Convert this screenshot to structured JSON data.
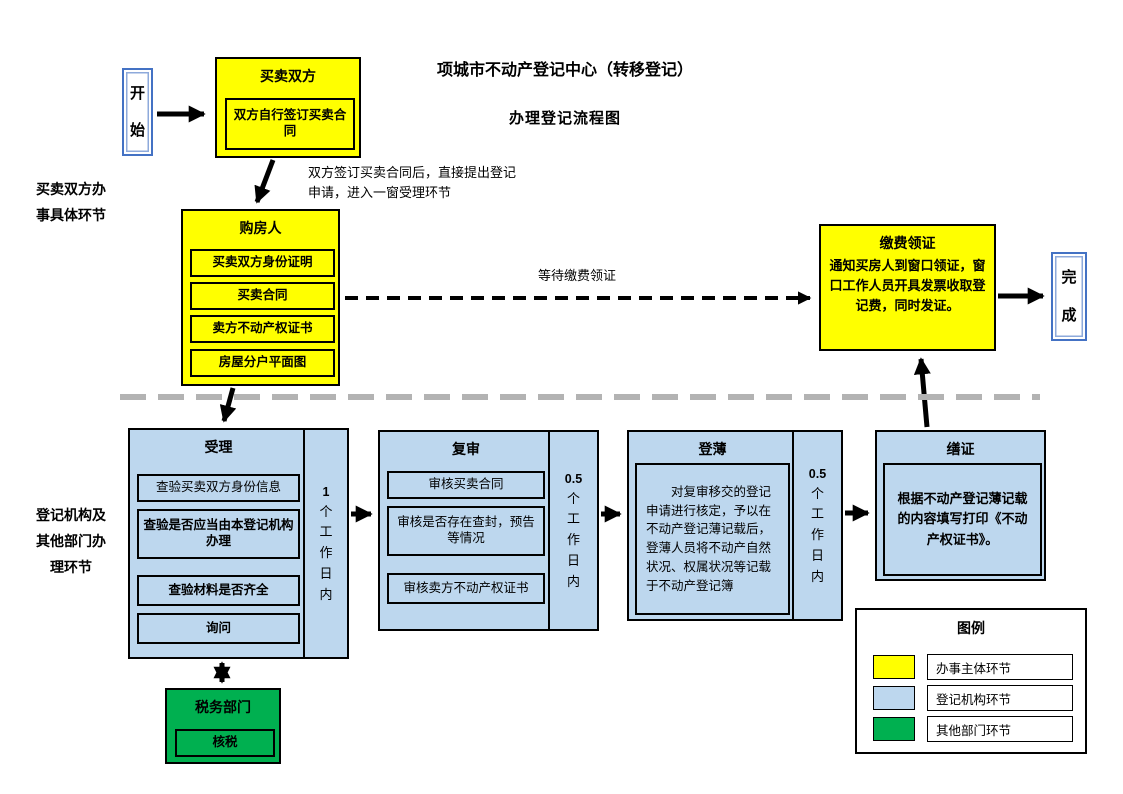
{
  "title": {
    "line1": "项城市不动产登记中心（转移登记）",
    "line2": "办理登记流程图"
  },
  "annotations": {
    "after_sign": "双方签订买卖合同后，直接提出登记申请，进入一窗受理环节",
    "wait_pay": "等待缴费领证",
    "left_section_top": "买卖双方办事具体环节",
    "left_section_bottom": "登记机构及其他部门办理环节"
  },
  "nodes": {
    "start": {
      "label": "开始"
    },
    "buyer_seller": {
      "title": "买卖双方",
      "item": "双方自行签订买卖合同"
    },
    "home_buyer": {
      "title": "购房人",
      "items": [
        "买卖双方身份证明",
        "买卖合同",
        "卖方不动产权证书",
        "房屋分户平面图"
      ]
    },
    "pay_collect": {
      "title": "缴费领证",
      "body": "通知买房人到窗口领证，窗口工作人员开具发票收取登记费，同时发证。"
    },
    "finish": {
      "label": "完成"
    },
    "acceptance": {
      "title": "受理",
      "items": [
        "查验买卖双方身份信息",
        "查验是否应当由本登记机构办理",
        "查验材料是否齐全",
        "询问"
      ],
      "duration": {
        "num": "1",
        "unit": "个工作日内"
      }
    },
    "review": {
      "title": "复审",
      "items": [
        "审核买卖合同",
        "审核是否存在查封，预告等情况",
        "审核卖方不动产权证书"
      ],
      "duration": {
        "num": "0.5",
        "unit": "个工作日内"
      }
    },
    "register": {
      "title": "登薄",
      "body": "对复审移交的登记申请进行核定，予以在不动产登记薄记载后，登薄人员将不动产自然状况、权属状况等记载于不动产登记簿",
      "duration": {
        "num": "0.5",
        "unit": "个工作日内"
      }
    },
    "certificate": {
      "title": "缮证",
      "body": "根据不动产登记薄记载的内容填写打印《不动产权证书》。"
    },
    "tax": {
      "title": "税务部门",
      "item": "核税"
    }
  },
  "legend": {
    "title": "图例",
    "items": [
      {
        "label": "办事主体环节",
        "color": "#FFFF00"
      },
      {
        "label": "登记机构环节",
        "color": "#BDD7EE"
      },
      {
        "label": "其他部门环节",
        "color": "#00B050"
      }
    ]
  },
  "colors": {
    "primary_yellow": "#FFFF00",
    "agency_blue": "#BDD7EE",
    "dept_green": "#00B050",
    "terminal_border": "#4472C4",
    "divider_gray": "#B3B3B3"
  }
}
